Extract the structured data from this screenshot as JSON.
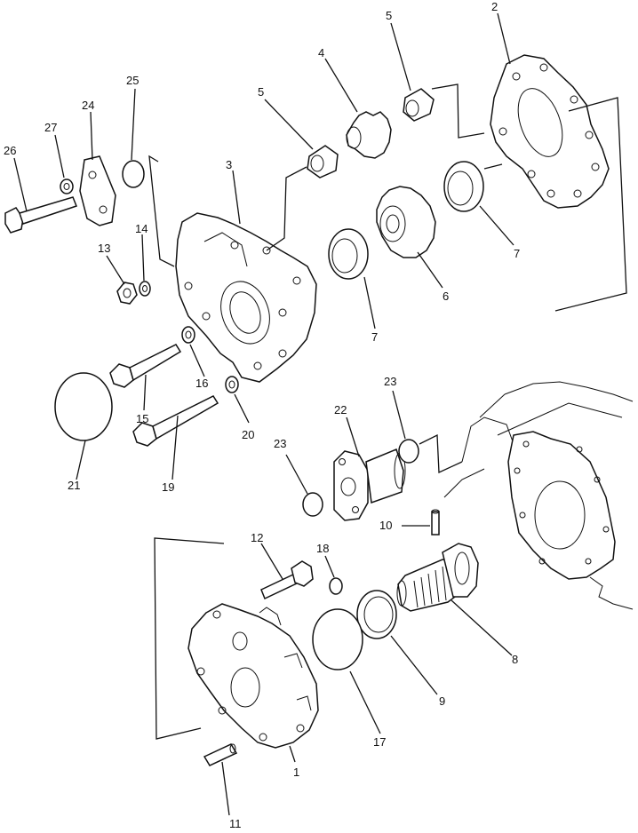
{
  "labels": {
    "p1": "1",
    "p2": "2",
    "p3": "3",
    "p4": "4",
    "p5a": "5",
    "p5b": "5",
    "p6": "6",
    "p7a": "7",
    "p7b": "7",
    "p8": "8",
    "p9": "9",
    "p10": "10",
    "p11": "11",
    "p12": "12",
    "p13": "13",
    "p14": "14",
    "p15": "15",
    "p16": "16",
    "p17": "17",
    "p18": "18",
    "p19": "19",
    "p20": "20",
    "p21": "21",
    "p22": "22",
    "p23a": "23",
    "p23b": "23",
    "p24": "24",
    "p25": "25",
    "p26": "26",
    "p27": "27"
  }
}
